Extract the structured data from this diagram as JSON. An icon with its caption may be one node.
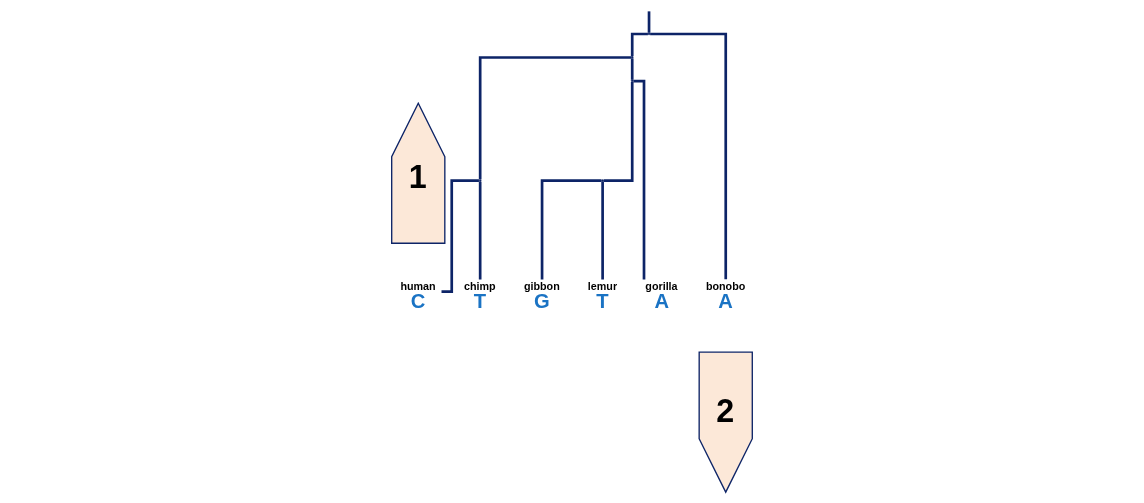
{
  "diagram": {
    "nodes": [
      {
        "text": [
          "1"
        ]
      },
      {
        "text": [],
        "shape": "point"
      },
      {
        "text": [],
        "shape": "point"
      },
      {
        "text": [],
        "shape": "point"
      },
      {
        "text": [],
        "shape": "point"
      },
      {
        "text": [],
        "shape": "point"
      },
      {
        "text": [
          "human"
        ],
        "beside": [
          "C"
        ]
      },
      {
        "text": [
          "chimp"
        ],
        "beside": [
          "T"
        ]
      },
      {
        "text": [
          "gibbon"
        ],
        "beside": [
          "G"
        ]
      },
      {
        "text": [
          "lemur"
        ],
        "beside": [
          "T"
        ]
      },
      {
        "text": [
          "gorilla"
        ],
        "beside": [
          "A"
        ]
      },
      {
        "text": [
          "bonobo"
        ],
        "beside": [
          "A"
        ]
      },
      {
        "text": [
          "2"
        ]
      }
    ],
    "edges": [
      {
        "from": null,
        "to": 1,
        "arrow": "none"
      },
      {
        "from": 1,
        "to": 2,
        "arrow": "none"
      },
      {
        "from": 1,
        "to": 11,
        "arrow": "none"
      },
      {
        "from": 2,
        "to": 3,
        "arrow": "none"
      },
      {
        "from": 2,
        "to": 4,
        "arrow": "none"
      },
      {
        "from": 3,
        "to": 6,
        "arrow": "none"
      },
      {
        "from": 3,
        "to": 7,
        "arrow": "none"
      },
      {
        "from": 4,
        "to": 5,
        "arrow": "none"
      },
      {
        "from": 4,
        "to": 10,
        "arrow": "none"
      },
      {
        "from": 5,
        "to": 8,
        "arrow": "none"
      },
      {
        "from": 5,
        "to": 9,
        "arrow": "none"
      }
    ]
  }
}
